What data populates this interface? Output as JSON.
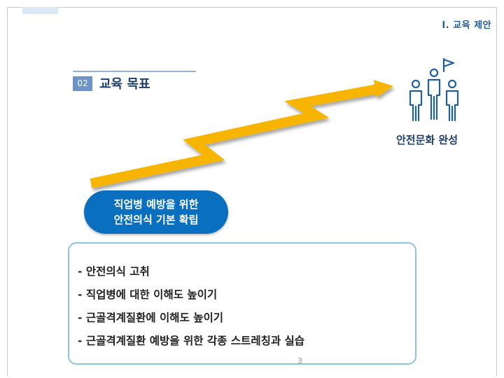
{
  "header": {
    "section_label": "Ⅰ. 교육 제안"
  },
  "heading": {
    "number": "02",
    "title": "교육 목표"
  },
  "goal": {
    "icon": "team-flag-icon",
    "label": "안전문화 완성"
  },
  "start": {
    "line1": "직업병 예방을 위한",
    "line2": "안전의식 기본 확립"
  },
  "content": {
    "items": [
      "- 안전의식 고취",
      "- 직업병에 대한 이해도 높이기",
      "- 근골격계질환에 이해도 높이기",
      "- 근골격계질환 예방을 위한 각종 스트레칭과 실습"
    ]
  },
  "footer": {
    "page_number": "3"
  },
  "colors": {
    "accent_blue": "#0b6fc0",
    "arrow_yellow": "#f7b500",
    "title_navy": "#1f3f6a",
    "box_border": "#8cc4e0"
  }
}
